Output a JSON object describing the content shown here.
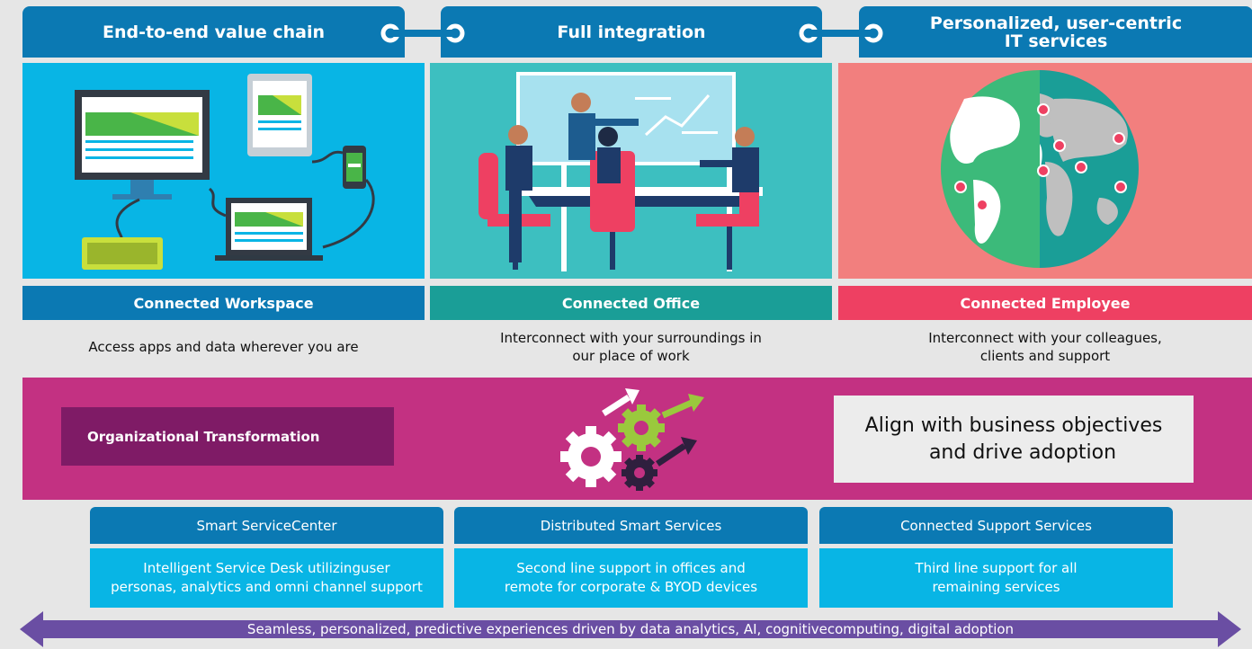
{
  "pillars": [
    {
      "header": "End-to-end value chain",
      "label": "Connected Workspace",
      "desc_line1": "Access apps and data wherever you are",
      "desc_line2": ""
    },
    {
      "header": "Full integration",
      "label": "Connected Office",
      "desc_line1": "Interconnect with your surroundings in",
      "desc_line2": "our place of work"
    },
    {
      "header_line1": "Personalized, user-centric",
      "header_line2": "IT services",
      "label": "Connected Employee",
      "desc_line1": "Interconnect with your colleagues,",
      "desc_line2": "clients and support"
    }
  ],
  "transformation": {
    "label": "Organizational Transformation",
    "goal_line1": "Align with business objectives",
    "goal_line2": "and drive adoption"
  },
  "services": [
    {
      "title": "Smart ServiceCenter",
      "line1": "Intelligent Service Desk utilizinguser",
      "line2": "personas, analytics and omni channel support"
    },
    {
      "title": "Distributed Smart Services",
      "line1": "Second line support in offices and",
      "line2": "remote for corporate & BYOD devices"
    },
    {
      "title": "Connected Support Services",
      "line1": "Third line support for all",
      "line2": "remaining services"
    }
  ],
  "footer": "Seamless, personalized, predictive experiences driven by data analytics, AI, cognitivecomputing, digital adoption",
  "colors": {
    "blue": "#0b79b3",
    "cyan": "#08b5e5",
    "teal": "#1a9e97",
    "coral": "#f27f7e",
    "red": "#ee4062",
    "magenta": "#c33182",
    "purple": "#7f1b66",
    "arrow": "#6a4ea3"
  }
}
